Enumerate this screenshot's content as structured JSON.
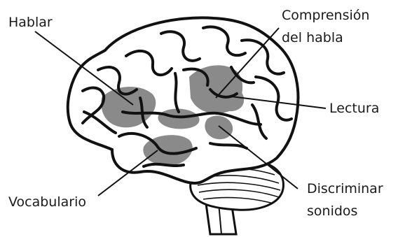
{
  "labels": {
    "speaking": "Hablar",
    "comprehension_line1": "Comprensión",
    "comprehension_line2": "del habla",
    "reading": "Lectura",
    "vocabulary": "Vocabulario",
    "discrimination_line1": "Discriminar",
    "discrimination_line2": "sonidos"
  },
  "colors": {
    "ink": "#111111",
    "region_fill": "#8a8a8a",
    "background": "#ffffff"
  }
}
